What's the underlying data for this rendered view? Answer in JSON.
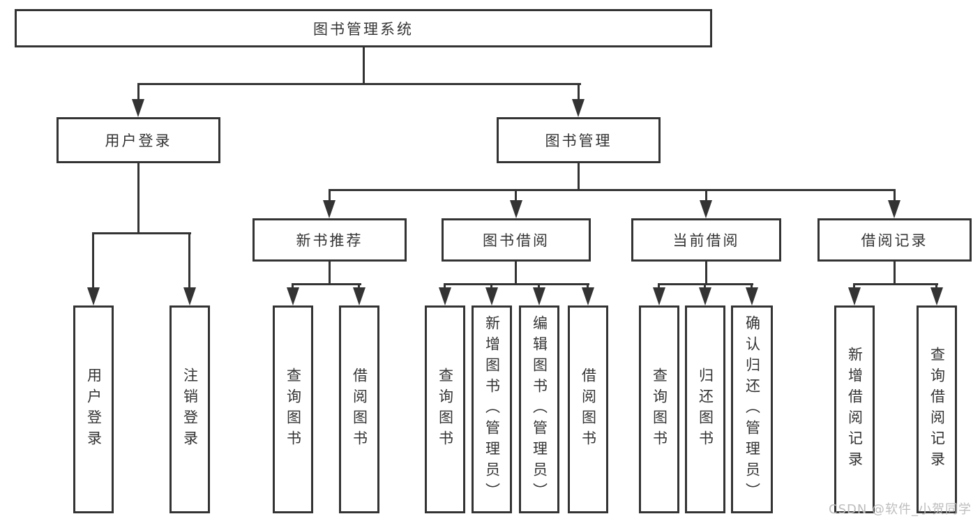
{
  "diagram": {
    "title": "图书管理系统",
    "root": {
      "label": "图书管理系统"
    },
    "level2": {
      "user_login": {
        "label": "用户登录"
      },
      "book_mgmt": {
        "label": "图书管理"
      }
    },
    "level3": {
      "new_books": {
        "label": "新书推荐"
      },
      "book_borrow": {
        "label": "图书借阅"
      },
      "current_borrow": {
        "label": "当前借阅"
      },
      "borrow_records": {
        "label": "借阅记录"
      }
    },
    "leaves": {
      "user_login": [
        "用户登录",
        "注销登录"
      ],
      "new_books": [
        "查询图书",
        "借阅图书"
      ],
      "book_borrow": [
        "查询图书",
        "新增图书（管理员）",
        "编辑图书（管理员）",
        "借阅图书"
      ],
      "current_borrow": [
        "查询图书",
        "归还图书",
        "确认归还（管理员）"
      ],
      "borrow_records": [
        "新增借阅记录",
        "查询借阅记录"
      ]
    }
  },
  "watermark": "CSDN @软件_小贺同学",
  "colors": {
    "line": "#333333",
    "text": "#333333",
    "background": "#ffffff",
    "watermark": "#bdbdbd"
  }
}
